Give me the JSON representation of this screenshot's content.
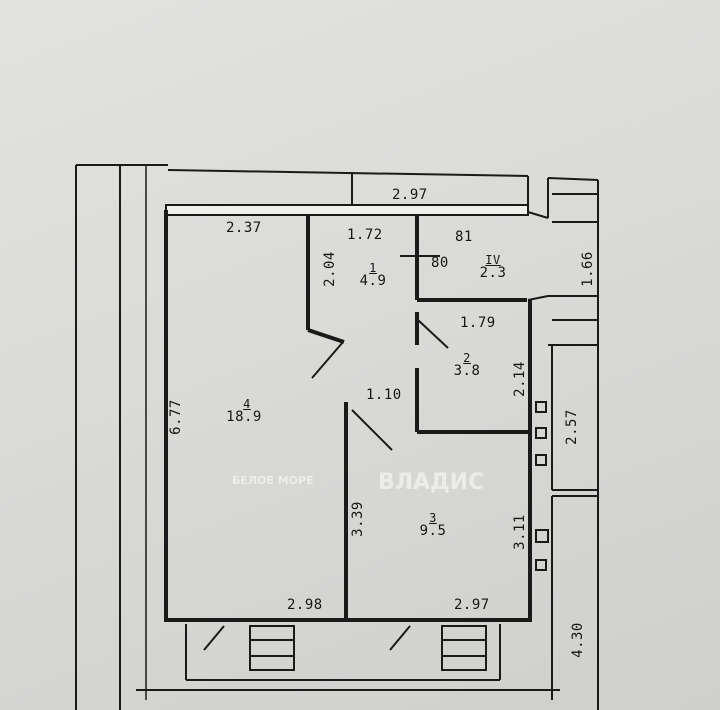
{
  "plan": {
    "rooms": [
      {
        "id": "room-4",
        "number": "4",
        "area": "18.9"
      },
      {
        "id": "room-1",
        "number": "1",
        "area": "4.9"
      },
      {
        "id": "room-2",
        "number": "2",
        "area": "3.8"
      },
      {
        "id": "room-3",
        "number": "3",
        "area": "9.5"
      },
      {
        "id": "room-iv",
        "number": "IV",
        "area": "2.3"
      }
    ],
    "dimensions": {
      "top_outer": "2.97",
      "room4_top": "2.37",
      "room1_top": "1.72",
      "room1_side": "2.04",
      "ext_right": "1.66",
      "small_81": "81",
      "small_80": "80",
      "room2_top": "1.79",
      "room2_side": "2.14",
      "room3_top": "1.10",
      "ext_right2": "2.57",
      "room4_left": "6.77",
      "room3_left": "3.39",
      "room3_right": "3.11",
      "room4_bottom": "2.98",
      "room3_bottom": "2.97",
      "ext_bottom": "4.30"
    }
  },
  "watermarks": {
    "left_name": "БЕЛОЕ МОРЕ",
    "right_name": "ВЛАДИС"
  },
  "colors": {
    "ink": "#161616",
    "paper": "#dcdcd9"
  }
}
